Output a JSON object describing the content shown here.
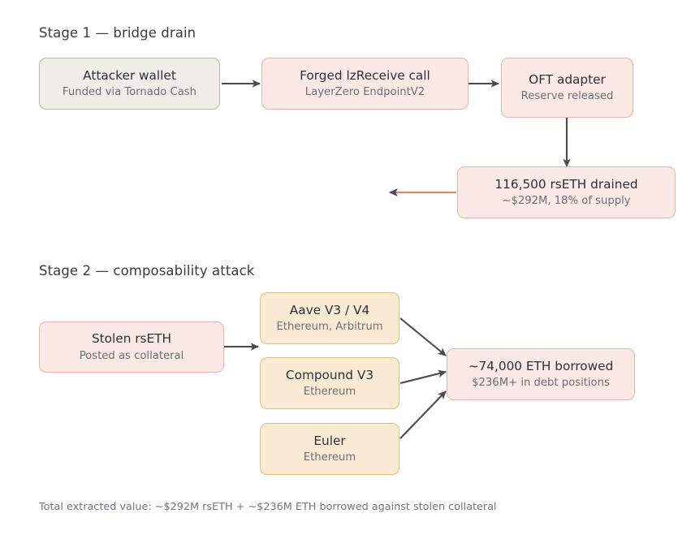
{
  "stages": [
    {
      "heading": "Stage 1 — bridge drain",
      "nodes": [
        {
          "id": "attacker-wallet",
          "title": "Attacker wallet",
          "sub": "Funded via Tornado Cash",
          "style": "gray"
        },
        {
          "id": "forged-lzreceive-call",
          "title": "Forged lzReceive call",
          "sub": "LayerZero EndpointV2",
          "style": "pink"
        },
        {
          "id": "oft-adapter",
          "title": "OFT adapter",
          "sub": "Reserve released",
          "style": "pink"
        },
        {
          "id": "rseth-drained",
          "title": "116,500 rsETH drained",
          "sub": "~$292M, 18% of supply",
          "style": "pink"
        }
      ]
    },
    {
      "heading": "Stage 2 — composability attack",
      "nodes": [
        {
          "id": "stolen-rseth",
          "title": "Stolen rsETH",
          "sub": "Posted as collateral",
          "style": "pink"
        },
        {
          "id": "aave",
          "title": "Aave V3 / V4",
          "sub": "Ethereum, Arbitrum",
          "style": "tan"
        },
        {
          "id": "compound",
          "title": "Compound V3",
          "sub": "Ethereum",
          "style": "tan"
        },
        {
          "id": "euler",
          "title": "Euler",
          "sub": "Ethereum",
          "style": "tan"
        },
        {
          "id": "eth-borrowed",
          "title": "~74,000 ETH borrowed",
          "sub": "$236M+ in debt positions",
          "style": "pink"
        }
      ]
    }
  ],
  "footer": {
    "text": "Total extracted value: ~$292M rsETH + ~$236M ETH borrowed against stolen collateral"
  },
  "colors": {
    "gray_fill": "#efeee8",
    "gray_border": "#b8b8ac",
    "pink_fill": "#fae9e4",
    "pink_border": "#e8b4a6",
    "tan_fill": "#fbead3",
    "tan_border": "#e3bb85",
    "arrow_dark": "#4a4a52",
    "arrow_salmon": "#e08a6d",
    "heading_text": "#3a3a42",
    "title_text": "#2f2f36",
    "sub_text": "#6e6e77",
    "footer_text": "#73737c",
    "background": "#ffffff"
  }
}
